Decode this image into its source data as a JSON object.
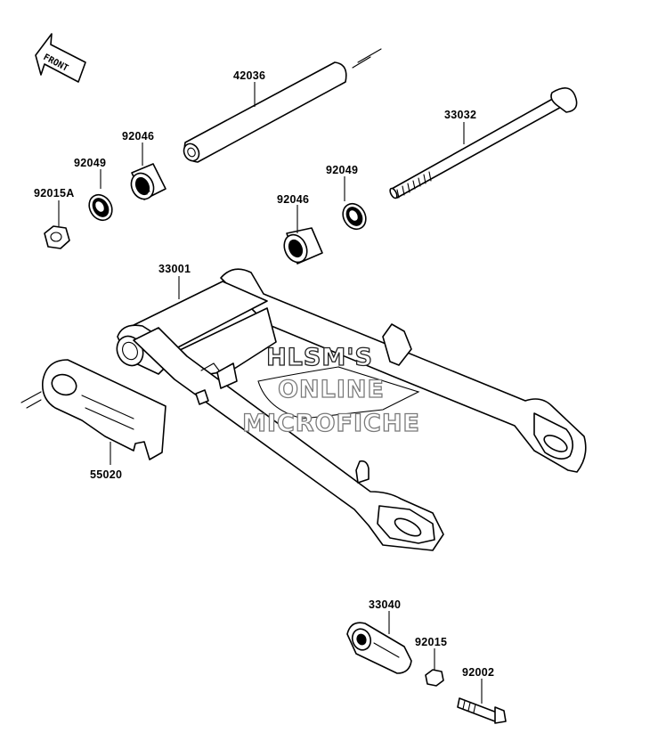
{
  "front_label": "FRONT",
  "parts": {
    "axle_tube": "42036",
    "pivot_shaft": "33032",
    "bearing_left": "92046",
    "bearing_right": "92046",
    "collar_left": "92049",
    "collar_right": "92049",
    "nut_left": "92015A",
    "swing_arm": "33001",
    "chain_guide": "55020",
    "chain_adjuster": "33040",
    "nut_adjuster": "92015",
    "bolt_adjuster": "92002"
  },
  "watermark": {
    "line1": "HLSM'S",
    "line2": "ONLINE",
    "line3": "MICROFICHE"
  }
}
